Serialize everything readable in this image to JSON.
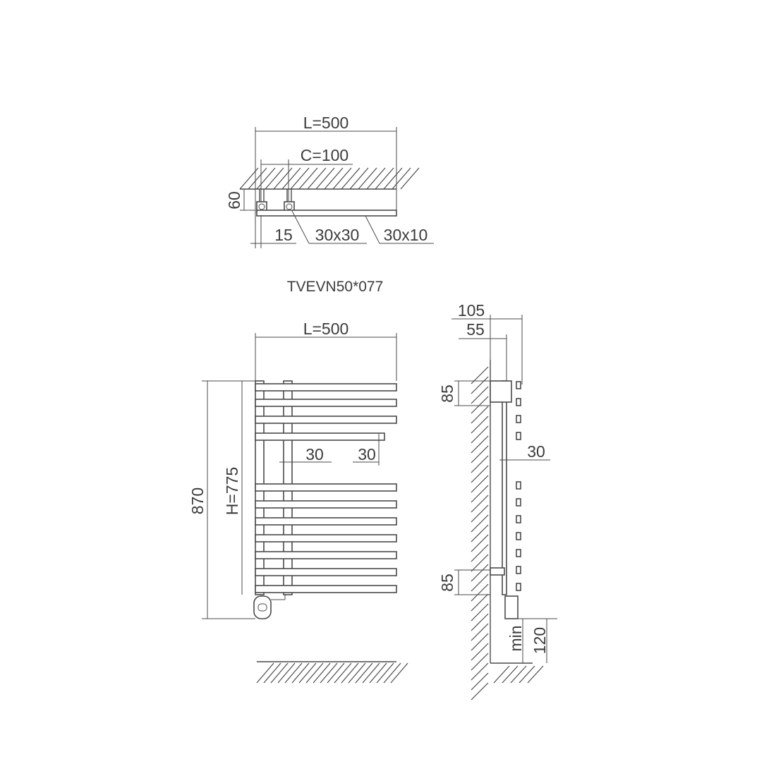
{
  "model_code": "TVEVN50*077",
  "top_view": {
    "length_label": "L=500",
    "center_label": "C=100",
    "depth_label": "60",
    "offset_label": "15",
    "profile_label": "30x30",
    "bar_label": "30x10"
  },
  "front_view": {
    "length_label": "L=500",
    "total_height_label": "870",
    "height_label": "H=775",
    "gap_label_1": "30",
    "gap_label_2": "30"
  },
  "side_view": {
    "depth_total_label": "105",
    "depth_label": "55",
    "top_bracket_label": "85",
    "spacing_label": "30",
    "bottom_bracket_label": "85",
    "min_label": "min",
    "floor_clearance_label": "120"
  },
  "colors": {
    "line": "#4a4a4a",
    "text": "#3c3c3c",
    "background": "#ffffff"
  }
}
